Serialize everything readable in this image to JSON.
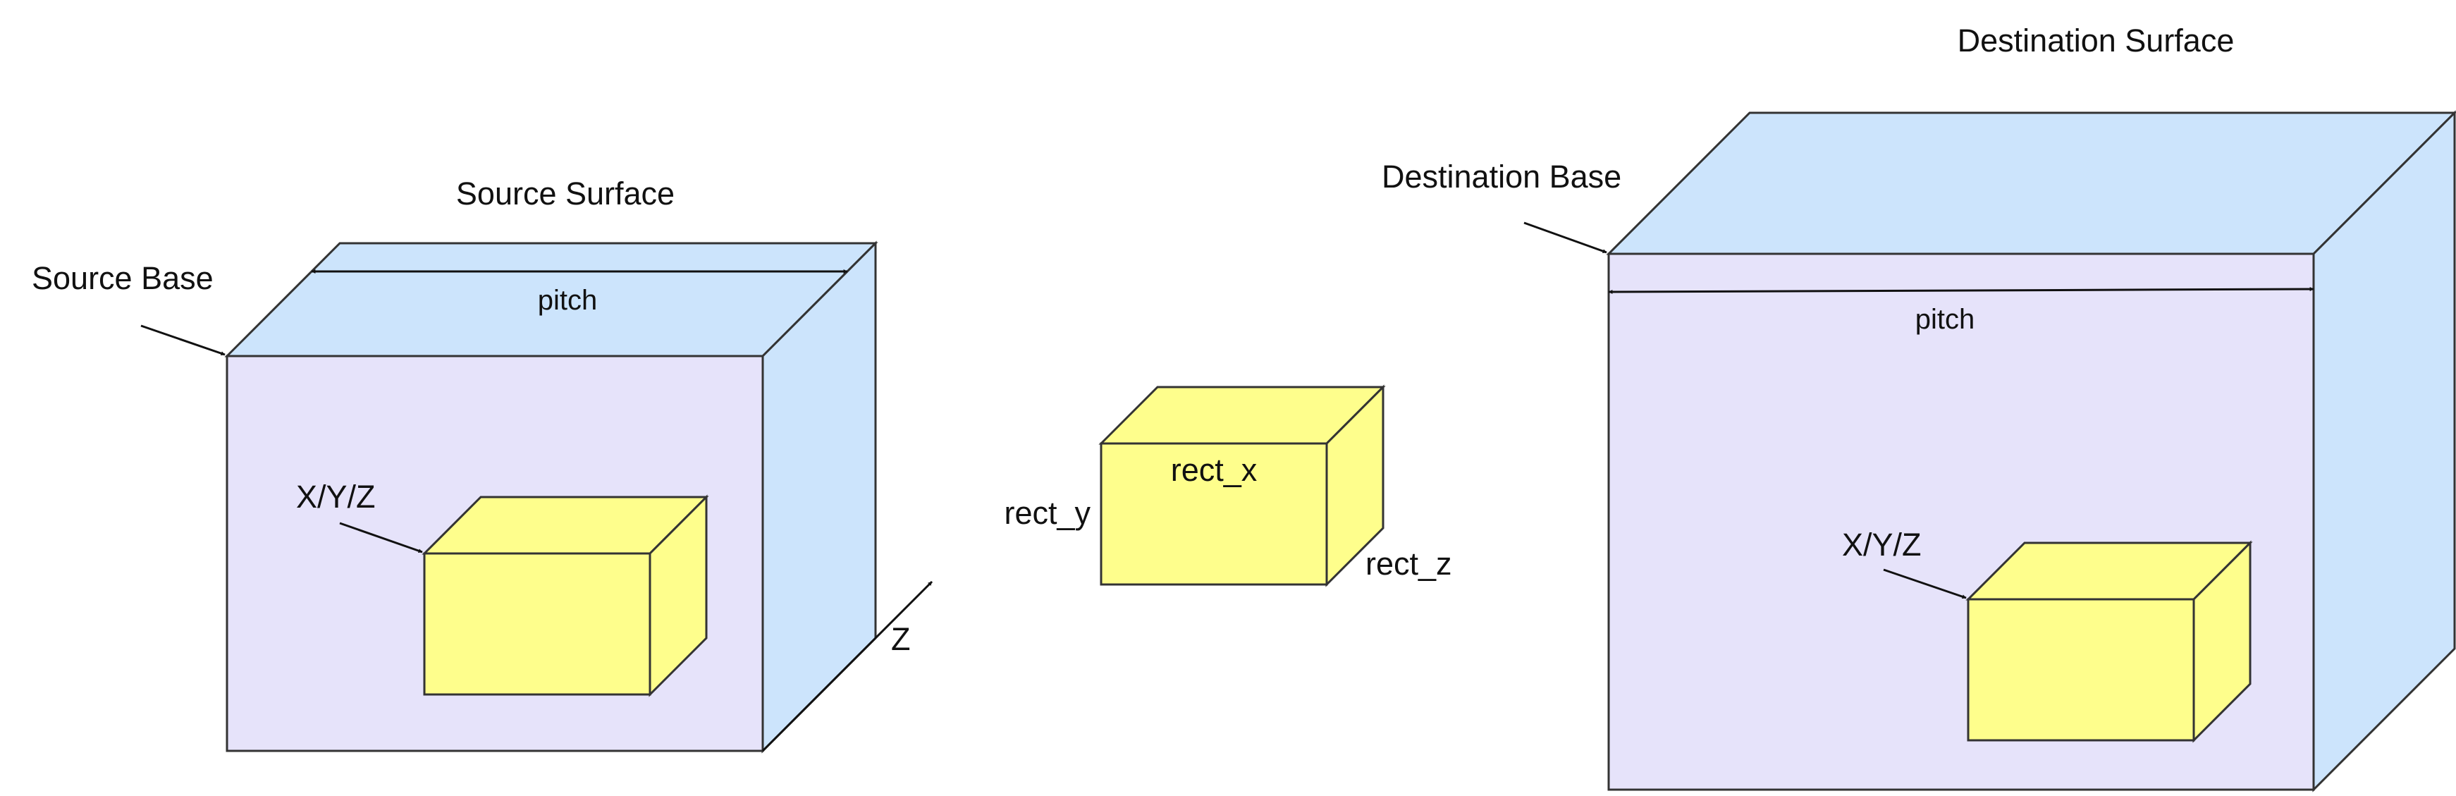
{
  "colors": {
    "front_face": "#e6e3fa",
    "side_face": "#cce4fc",
    "yellow_box": "#fefe8c",
    "stroke": "#333333",
    "background": "#ffffff"
  },
  "source": {
    "title": "Source Surface",
    "base_label": "Source Base",
    "pitch_label": "pitch",
    "region_label": "X/Y/Z",
    "depth_axis_label": "Z"
  },
  "rect": {
    "x_label": "rect_x",
    "y_label": "rect_y",
    "z_label": "rect_z"
  },
  "destination": {
    "title": "Destination Surface",
    "base_label": "Destination Base",
    "pitch_label": "pitch",
    "region_label": "X/Y/Z"
  }
}
